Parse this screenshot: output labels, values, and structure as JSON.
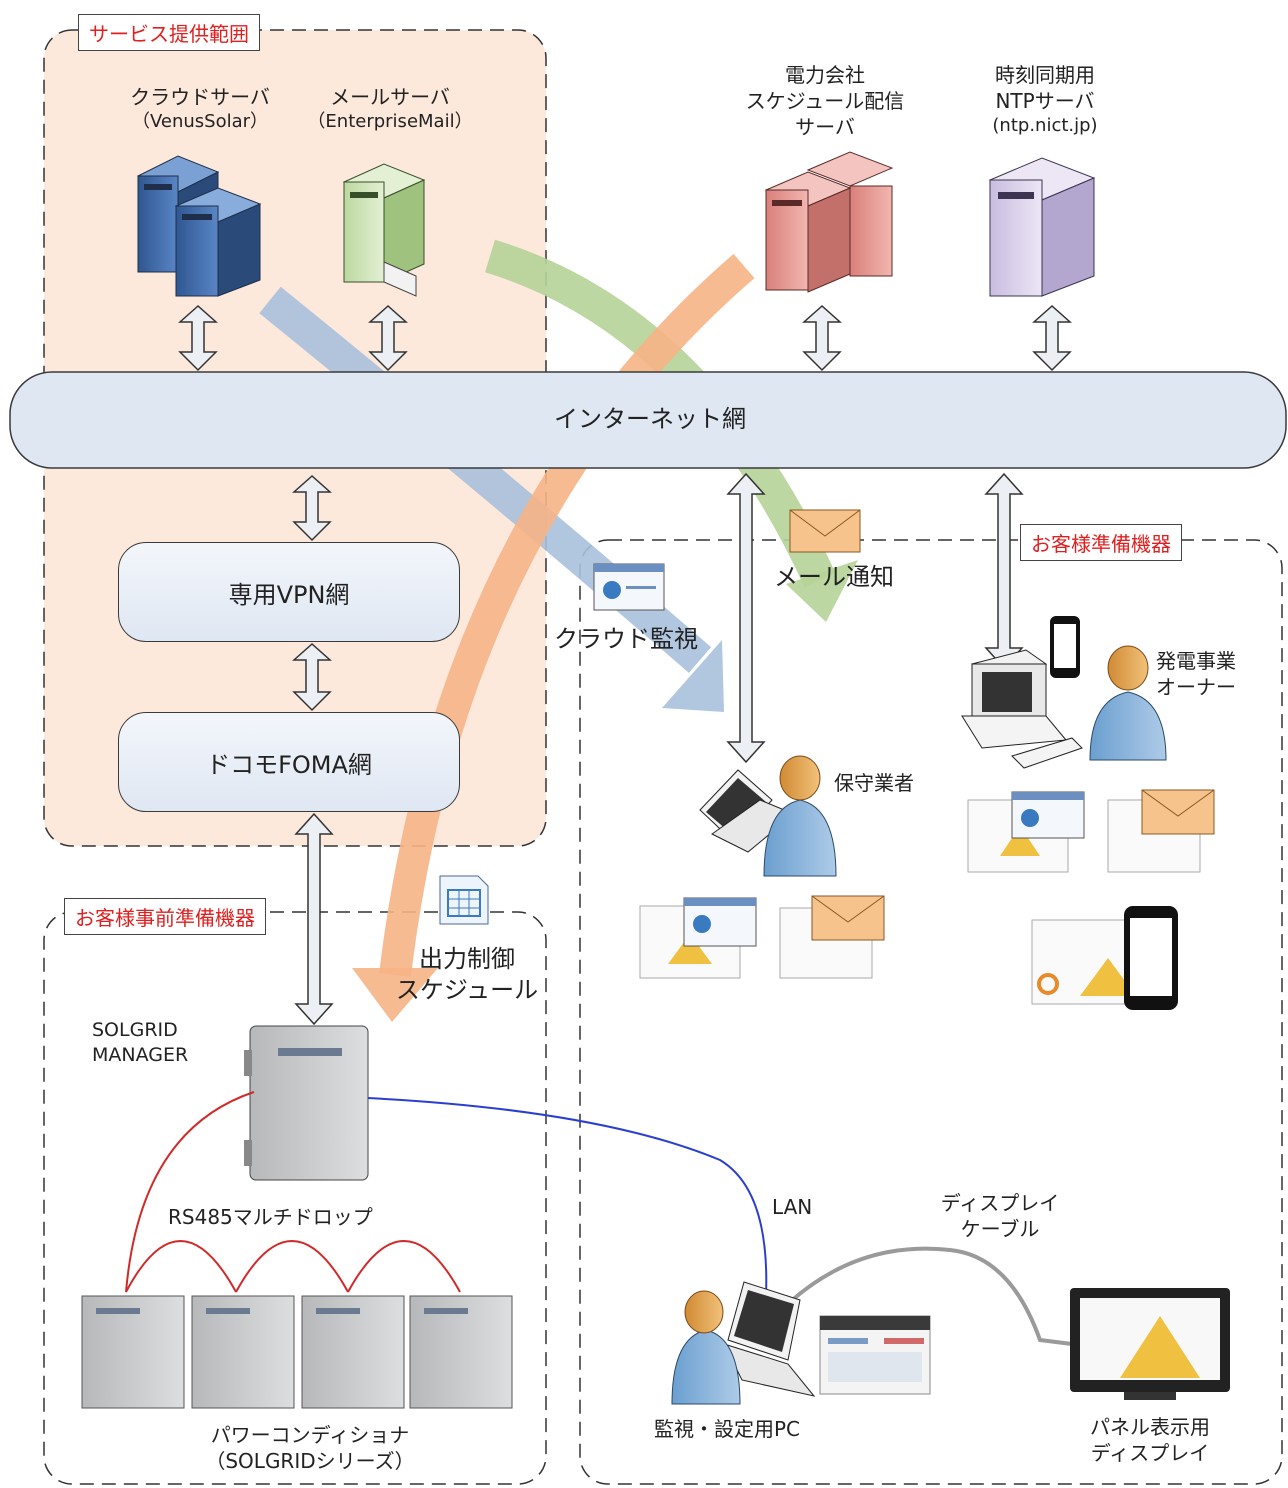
{
  "zones": {
    "service": "サービス提供範囲",
    "customer": "お客様準備機器",
    "customer_pre": "お客様事前準備機器"
  },
  "servers": {
    "cloud": {
      "name": "クラウドサーバ",
      "sub": "（VenusSolar）"
    },
    "mail": {
      "name": "メールサーバ",
      "sub": "（EnterpriseMail）"
    },
    "power": {
      "line1": "電力会社",
      "line2": "スケジュール配信",
      "line3": "サーバ"
    },
    "ntp": {
      "line1": "時刻同期用",
      "line2": "NTPサーバ",
      "line3": "(ntp.nict.jp)"
    }
  },
  "networks": {
    "internet": "インターネット網",
    "vpn": "専用VPN網",
    "foma": "ドコモFOMA網"
  },
  "flows": {
    "mail_notify": "メール通知",
    "cloud_monitor": "クラウド監視",
    "schedule_line1": "出力制御",
    "schedule_line2": "スケジュール"
  },
  "people": {
    "owner_line1": "発電事業",
    "owner_line2": "オーナー",
    "maintenance": "保守業者"
  },
  "devices": {
    "manager_line1": "SOLGRID",
    "manager_line2": "MANAGER",
    "rs485": "RS485マルチドロップ",
    "pcs_line1": "パワーコンディショナ",
    "pcs_line2": "（SOLGRIDシリーズ）",
    "lan": "LAN",
    "cable_line1": "ディスプレイ",
    "cable_line2": "ケーブル",
    "monitor_pc": "監視・設定用PC",
    "display_line1": "パネル表示用",
    "display_line2": "ディスプレイ"
  },
  "colors": {
    "zone_service_fill": "#fde8dc",
    "server_cloud": "#3f6aa8",
    "server_mail": "#cfe3b5",
    "server_power": "#e89a94",
    "server_ntp": "#d9cfe8",
    "flow_blue": "#a9c0dc",
    "flow_green": "#b5d397",
    "flow_orange": "#f6b486",
    "zone_label_red": "#e02020",
    "lan_cable": "#2a3fd0",
    "rs485_cable": "#d02a2a"
  }
}
